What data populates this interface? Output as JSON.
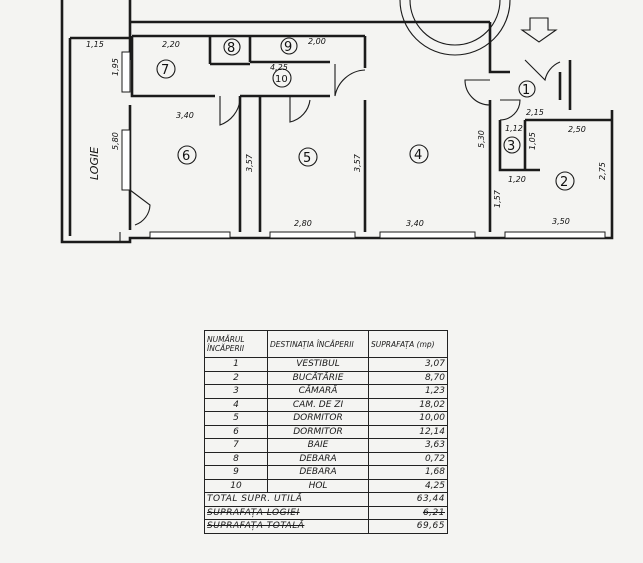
{
  "logia_label": "LOGIE",
  "rooms_on_plan": [
    {
      "num": "1",
      "label": "①"
    },
    {
      "num": "2",
      "label": "②"
    },
    {
      "num": "3",
      "label": "③"
    },
    {
      "num": "4",
      "label": "④"
    },
    {
      "num": "5",
      "label": "⑤"
    },
    {
      "num": "6",
      "label": "⑥"
    },
    {
      "num": "7",
      "label": "⑦"
    },
    {
      "num": "8",
      "label": "⑧"
    },
    {
      "num": "9",
      "label": "⑨"
    },
    {
      "num": "10",
      "label": "10"
    }
  ],
  "dimensions": {
    "d_1_15": "1,15",
    "d_2_20": "2,20",
    "d_2_00": "2,00",
    "d_4_25": "4,25",
    "d_1_95": "1,95",
    "d_5_80": "5,80",
    "d_3_40_a": "3,40",
    "d_3_57_a": "3,57",
    "d_3_57_b": "3,57",
    "d_2_80": "2,80",
    "d_3_40_b": "3,40",
    "d_5_30": "5,30",
    "d_2_15": "2,15",
    "d_1_12": "1,12",
    "d_1_05": "1,05",
    "d_2_50": "2,50",
    "d_1_20": "1,20",
    "d_1_57": "1,57",
    "d_2_75": "2,75",
    "d_3_50": "3,50"
  },
  "table": {
    "headers": [
      "NUMĂRUL ÎNCĂPERII",
      "DESTINAȚIA ÎNCĂPERII",
      "SUPRAFAȚA (mp)"
    ],
    "rows": [
      {
        "nr": "1",
        "dest": "VESTIBUL",
        "area": "3,07"
      },
      {
        "nr": "2",
        "dest": "BUCĂTĂRIE",
        "area": "8,70"
      },
      {
        "nr": "3",
        "dest": "CĂMARĂ",
        "area": "1,23"
      },
      {
        "nr": "4",
        "dest": "CAM. DE ZI",
        "area": "18,02"
      },
      {
        "nr": "5",
        "dest": "DORMITOR",
        "area": "10,00"
      },
      {
        "nr": "6",
        "dest": "DORMITOR",
        "area": "12,14"
      },
      {
        "nr": "7",
        "dest": "BAIE",
        "area": "3,63"
      },
      {
        "nr": "8",
        "dest": "DEBARA",
        "area": "0,72"
      },
      {
        "nr": "9",
        "dest": "DEBARA",
        "area": "1,68"
      },
      {
        "nr": "10",
        "dest": "HOL",
        "area": "4,25"
      }
    ],
    "total_util_label": "TOTAL SUPR. UTILĂ",
    "total_util_value": "63,44",
    "logia_area_label": "SUPRAFAȚA LOGIEI",
    "logia_area_value": "6,21",
    "total_label": "SUPRAFAȚA TOTALĂ",
    "total_value": "69,65"
  }
}
